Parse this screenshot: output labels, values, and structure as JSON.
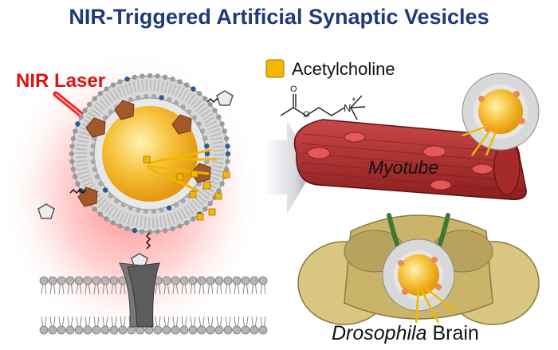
{
  "title": "NIR-Triggered Artificial Synaptic Vesicles",
  "labels": {
    "laser": "NIR Laser",
    "legend": "Acetylcholine",
    "myotube": "Myotube",
    "brain_italic": "Drosophila",
    "brain_rest": " Brain",
    "charge": "+",
    "nitrogen": "N"
  },
  "colors": {
    "title": "#1f3a7a",
    "laser": "#e01010",
    "acetylcholine": "#f5b800",
    "core": "#f2b42a",
    "myotube": "#b83232",
    "brain": "#c9b46a",
    "pentagon": "#a3582a"
  }
}
